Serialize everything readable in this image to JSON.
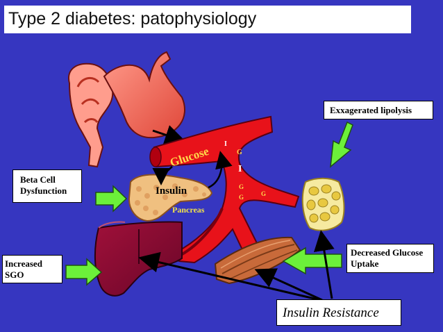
{
  "title": "Type 2 diabetes: patophysiology",
  "labels": {
    "lipolysis": "Exxagerated lipolysis",
    "beta_cell_line1": "Beta Cell",
    "beta_cell_line2": "Dysfunction",
    "sgo_line1": "Increased",
    "sgo_line2": "SGO",
    "uptake_line1": "Decreased Glucose",
    "uptake_line2": "Uptake",
    "insulin_resistance": "Insulin Resistance"
  },
  "vessel_text": {
    "glucose": "Glucose",
    "insulin": "Insulin",
    "pancreas": "Pancreas",
    "i_top": "I",
    "g_top": "G",
    "i_mid": "I",
    "g_mid": "G",
    "g_low": "G",
    "g_right": "G"
  },
  "colors": {
    "background": "#3636c0",
    "vessel": "#e8121a",
    "vessel_dark": "#7a0010",
    "green_arrow": "#6cf03a",
    "pancreas_yellow": "#f2e24a"
  },
  "icons": {
    "stomach": "stomach-icon",
    "liver": "liver-icon",
    "pancreas": "pancreas-icon",
    "muscle": "muscle-icon",
    "fat": "adipose-tissue-icon"
  }
}
